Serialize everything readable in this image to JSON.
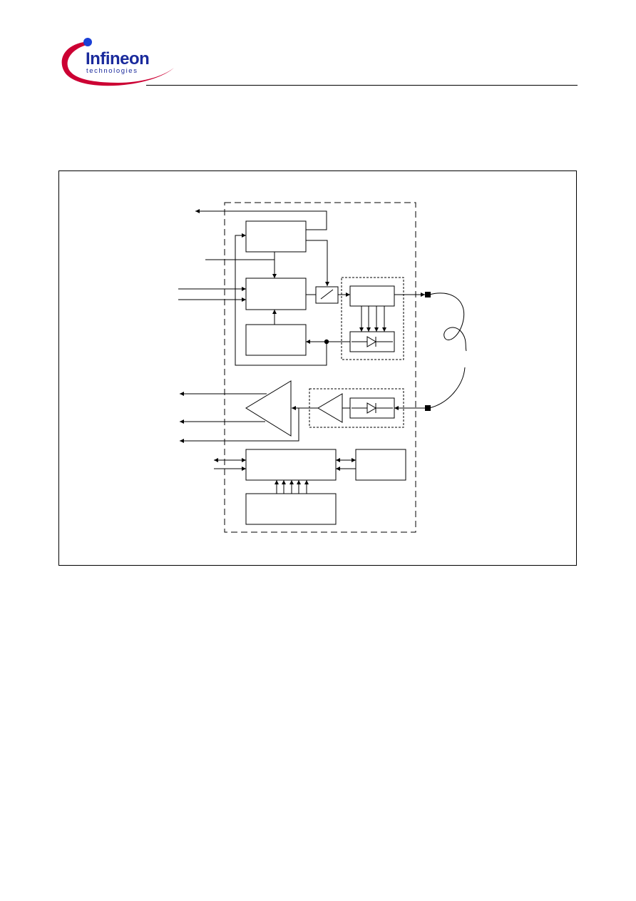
{
  "header": {
    "logo": {
      "brand_text": "Infineon",
      "sub_text": "technologies",
      "swoosh_color": "#cc0033",
      "dot_color": "#1a3fd6",
      "text_color": "#1a2a9c"
    }
  },
  "figure": {
    "type": "block-diagram",
    "line_color": "#000000",
    "blocks": [
      {
        "id": "control-block-top"
      },
      {
        "id": "laser-driver-block"
      },
      {
        "id": "monitor-control-block"
      },
      {
        "id": "switch-block"
      },
      {
        "id": "laser-diode-block"
      },
      {
        "id": "monitor-photodiode-block"
      },
      {
        "id": "receive-photodiode-block"
      },
      {
        "id": "preamplifier-triangle"
      },
      {
        "id": "postamplifier-triangle"
      },
      {
        "id": "serial-interface-block"
      },
      {
        "id": "eeprom-block"
      },
      {
        "id": "register-block"
      }
    ],
    "fiber": {
      "type": "fiber-loop"
    }
  }
}
